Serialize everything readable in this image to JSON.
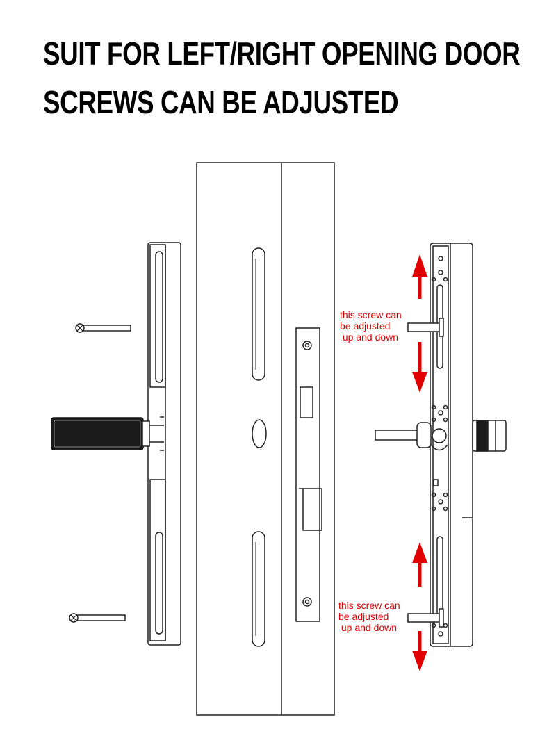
{
  "headline": {
    "line1": "SUIT FOR LEFT/RIGHT OPENING DOOR",
    "line2": "SCREWS CAN BE ADJUSTED"
  },
  "annotations": [
    {
      "line1": "this screw can",
      "line2": "be adjusted",
      "line3": " up and down"
    },
    {
      "line1": "this screw can",
      "line2": "be adjusted",
      "line3": " up and down"
    }
  ],
  "colors": {
    "annotation": "#e00000",
    "line": "#222222",
    "handle": "#1a1a1a"
  },
  "icons": [
    "screw-icon",
    "arrow-up-icon",
    "arrow-down-icon"
  ]
}
